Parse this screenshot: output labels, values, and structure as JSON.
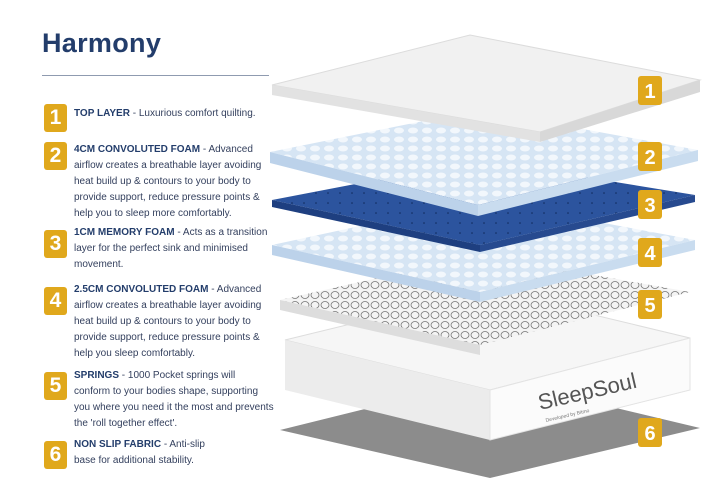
{
  "title": "Harmony",
  "items": [
    {
      "number": "1",
      "heading": "TOP LAYER",
      "description": " - Luxurious comfort quilting."
    },
    {
      "number": "2",
      "heading": "4CM CONVOLUTED FOAM",
      "description": " - Advanced airflow creates a breathable layer avoiding heat build up & contours to your body to provide support, reduce pressure points & help you to sleep more comfortably."
    },
    {
      "number": "3",
      "heading": "1CM MEMORY FOAM",
      "description": " - Acts as a transition layer for the perfect sink and minimised movement."
    },
    {
      "number": "4",
      "heading": "2.5CM CONVOLUTED FOAM",
      "description": " - Advanced airflow creates a breathable layer avoiding heat build up & contours to your body to provide support, reduce pressure points & help you sleep comfortably."
    },
    {
      "number": "5",
      "heading": "SPRINGS",
      "description": " - 1000 Pocket springs will conform to your bodies shape, supporting you where you need it the most and prevents the 'roll together effect'."
    },
    {
      "number": "6",
      "heading": "NON SLIP FABRIC",
      "description": " - Anti-slip base for additional stability."
    }
  ],
  "brand": {
    "logo_text": "SleepSoul",
    "tagline": "Developed by Bitmo"
  },
  "colors": {
    "badge": "#e0a81c",
    "title": "#233d6b",
    "foam": "#d3e3f3",
    "memory_foam": "#2a4f9a",
    "base": "#8c8c8c"
  }
}
